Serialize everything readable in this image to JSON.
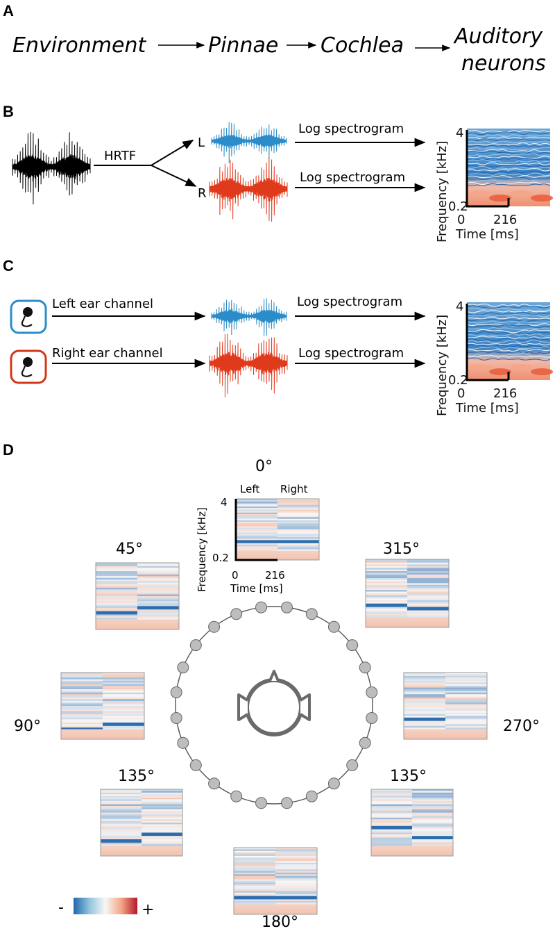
{
  "panelA": {
    "label": "A",
    "chain": [
      "Environment",
      "Pinnae",
      "Cochlea"
    ],
    "last_line1": "Auditory",
    "last_line2": "neurons"
  },
  "panelB": {
    "label": "B",
    "hrtf": "HRTF",
    "left": "L",
    "right": "R",
    "spectrogram": "Log spectrogram",
    "spectrogram2": "Log spectrogram"
  },
  "panelC": {
    "label": "C",
    "left_channel": "Left ear channel",
    "right_channel": "Right ear channel",
    "spectrogram": "Log spectrogram",
    "spectrogram2": "Log spectrogram"
  },
  "spec_axes": {
    "ylabel": "Frequency [kHz]",
    "xlabel": "Time [ms]",
    "ytick_top": "4",
    "ytick_bottom": "0.2",
    "xtick_left": "0",
    "xtick_right": "216"
  },
  "panelD": {
    "label": "D",
    "col_left": "Left",
    "col_right": "Right",
    "angles": {
      "a0": "0°",
      "a45": "45°",
      "a315": "315°",
      "a90": "90°",
      "a270": "270°",
      "a135l": "135°",
      "a135r": "135°",
      "a180": "180°"
    },
    "colorbar_minus": "-",
    "colorbar_plus": "+"
  },
  "colors": {
    "left_channel": "#2a8cc8",
    "right_channel": "#e03a1c",
    "negative": "#2166ac",
    "positive": "#b2182b",
    "speaker": "#bdbdbd",
    "head": "#6a6a6a"
  },
  "icons": [
    "microphone-icon",
    "head-icon",
    "speaker-dot"
  ]
}
